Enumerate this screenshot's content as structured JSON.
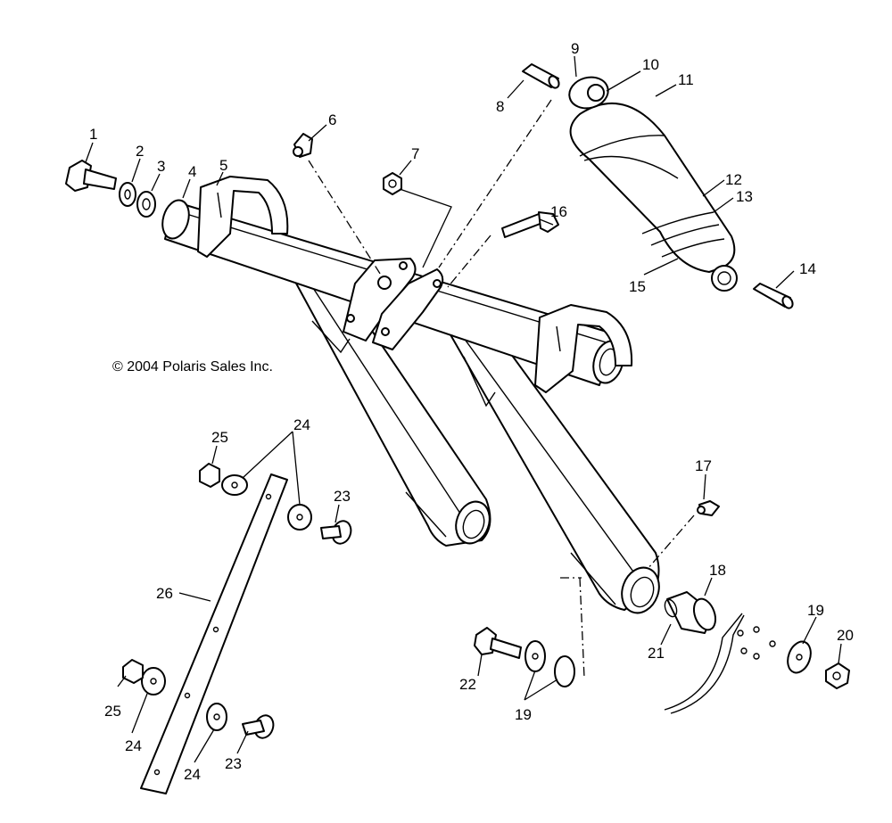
{
  "copyright": "© 2004 Polaris Sales Inc.",
  "callouts": {
    "c1": "1",
    "c2": "2",
    "c3": "3",
    "c4": "4",
    "c5": "5",
    "c6": "6",
    "c7": "7",
    "c8": "8",
    "c9": "9",
    "c10": "10",
    "c11": "11",
    "c12": "12",
    "c13": "13",
    "c14": "14",
    "c15": "15",
    "c16": "16",
    "c17": "17",
    "c18": "18",
    "c19a": "19",
    "c19b": "19",
    "c20": "20",
    "c21": "21",
    "c22": "22",
    "c23a": "23",
    "c23b": "23",
    "c24a": "24",
    "c24b": "24",
    "c24c": "24",
    "c25a": "25",
    "c25b": "25",
    "c26": "26"
  },
  "icons": [
    "bolt-icon",
    "washer-icon",
    "nut-icon",
    "grease-fitting-icon",
    "pin-icon",
    "shock-absorber-icon",
    "bushing-icon",
    "torque-arm-icon",
    "limiter-strap-icon"
  ]
}
